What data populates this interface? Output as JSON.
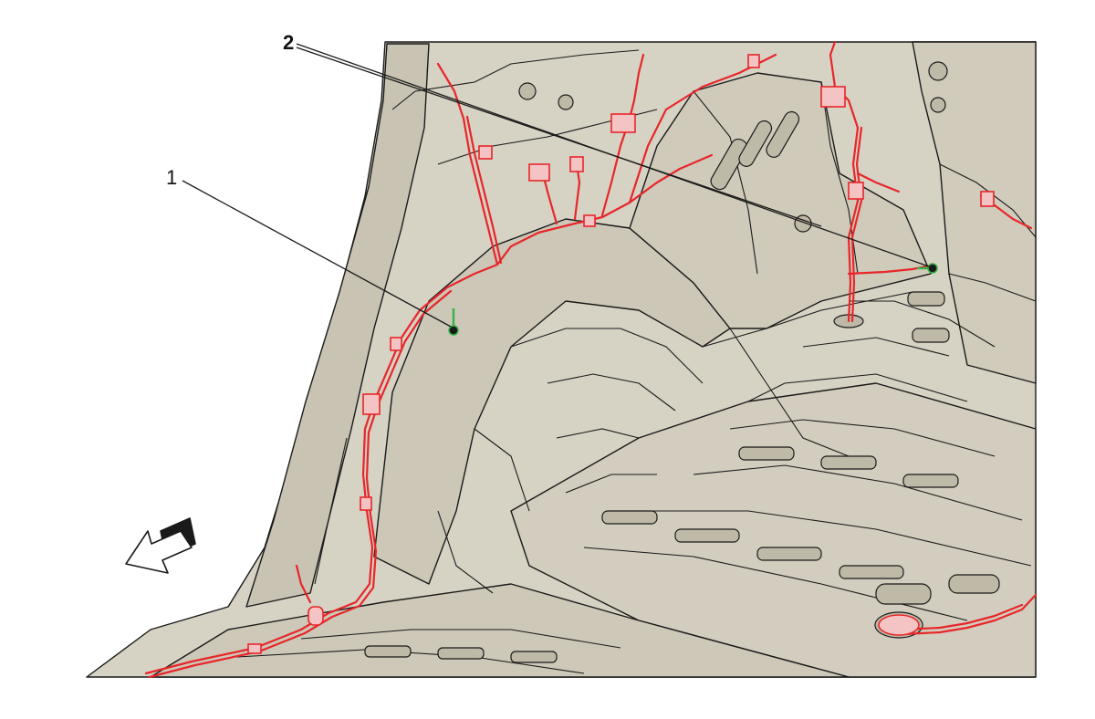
{
  "callouts": [
    {
      "id": "1",
      "label": "1"
    },
    {
      "id": "2",
      "label": "2"
    }
  ],
  "colors": {
    "body_panel": "#d6d2c4",
    "body_panel_dark": "#c8c3b3",
    "outline": "#1a1a1a",
    "harness": "#e8262a",
    "ground_stud": "#36b34a",
    "background": "#ffffff"
  },
  "icons": {
    "direction_arrow": "front-direction-arrow-icon"
  }
}
